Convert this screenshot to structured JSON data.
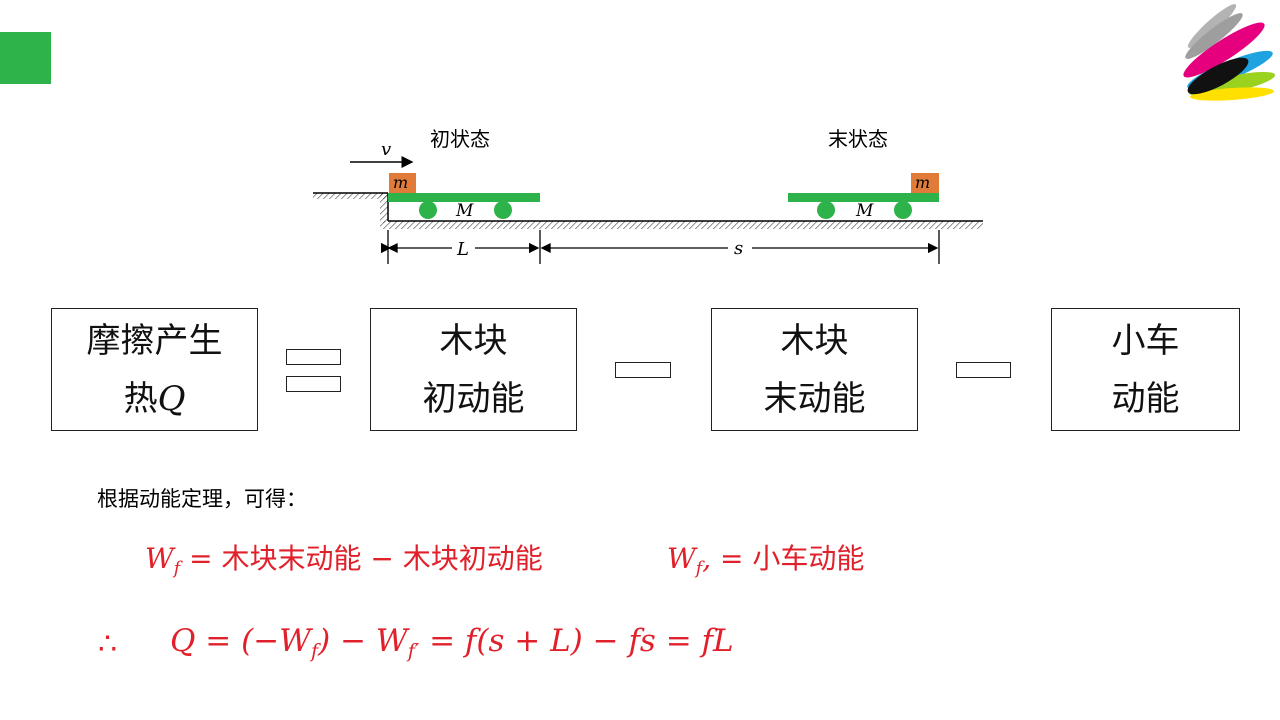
{
  "colors": {
    "accent_green": "#2db34a",
    "block_orange": "#e07b39",
    "formula_red": "#e0202a",
    "logo_colors": [
      "#9e9e9e",
      "#b3b3b3",
      "#e6007e",
      "#1fa3e0",
      "#9bd11f",
      "#ffe000",
      "#111111"
    ]
  },
  "icons": {
    "corner_logo": "multicolor-petal-logo-icon"
  },
  "diagram": {
    "initial_label": "初状态",
    "final_label": "末状态",
    "velocity_label": "v",
    "block_label": "m",
    "cart_label": "M",
    "length_L": "L",
    "length_s": "s"
  },
  "boxes": {
    "heat": {
      "line1": "摩擦产生",
      "line2_text": "热",
      "line2_var": "Q"
    },
    "block_initial": {
      "line1": "木块",
      "line2": "初动能"
    },
    "block_final": {
      "line1": "木块",
      "line2": "末动能"
    },
    "cart": {
      "line1": "小车",
      "line2": "动能"
    }
  },
  "text": {
    "intro": "根据动能定理，可得：",
    "f1": {
      "W": "W",
      "sub": "f",
      "rhs": "= 木块末动能 − 木块初动能"
    },
    "f2": {
      "W": "W",
      "sub": "f",
      "prime": ",",
      "rhs": "= 小车动能"
    },
    "therefore": "∴",
    "f3": {
      "lhs": "Q = (−W",
      "sub1": "f",
      "mid": ") − W",
      "sub2": "f′",
      "rhs": " = f(s + L) − fs = fL"
    }
  }
}
